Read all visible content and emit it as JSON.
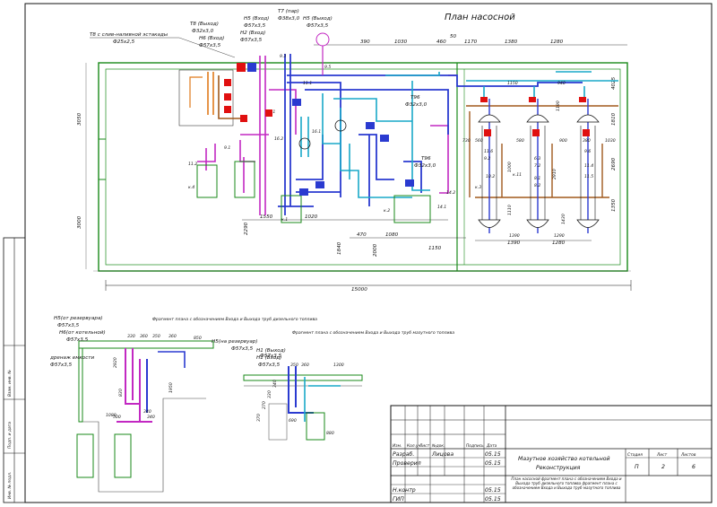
{
  "plan_title": "План насосной",
  "pipe_labels": {
    "t8_plus": "Т8 с слив-наливной эстакады",
    "t8_plus_size": "Ф25х2,5",
    "t8_out": "Т8 (Выход)",
    "t8_out_size": "Ф32х3,0",
    "h6_in": "Н6 (Вход)",
    "h6_in_size": "Ф57х3,5",
    "h5_in": "Н5 (Вход)",
    "h5_in_size": "Ф57х3,5",
    "h2_in": "Н2 (Вход)",
    "h2_in_size": "Ф57х3,5",
    "t7_steam": "Т7 (пар)",
    "t7_steam_size": "Ф38х3,0",
    "h5_out": "Н5 (Выход)",
    "h5_out_size": "Ф57х3,5",
    "t96_a": "Т96",
    "t96_a_size": "Ф32х3,0",
    "t96_b": "Т96",
    "t96_b_size": "Ф32х3,0",
    "h5_from_res": "Н5(от резервуара)",
    "h5_from_res_size": "Ф57х3,5",
    "h6_from_boiler": "Н6(от котельной)",
    "h6_from_boiler_size": "Ф57х3,5",
    "drain_tank": "дренаж емкости",
    "drain_tank_size": "Ф57х3,5",
    "h5_to_res": "Н5(на резервуар)",
    "h5_to_res_size": "Ф57х3,5",
    "h1_out": "Н1 (Выход)",
    "h1_out_size": "Ф57х3,5",
    "h1_in": "Н1 (Вход)",
    "h1_in_size": "Ф57х3,5"
  },
  "dimensions": {
    "top": [
      "390",
      "1030",
      "460",
      "50",
      "1170",
      "1380",
      "1280"
    ],
    "overall_width": "15000",
    "left_height_top": "3050",
    "left_height_bottom": "3000",
    "bottom": [
      "1550",
      "1020",
      "470",
      "1080",
      "1390",
      "1280"
    ],
    "bottom_mid": "1150",
    "sub": [
      "2290",
      "1840",
      "2000"
    ],
    "right_vertical": [
      "1810",
      "2690",
      "1350",
      "4025"
    ],
    "tank_row": [
      "730",
      "560",
      "580",
      "900",
      "380",
      "1030",
      "1150",
      "940",
      "1190"
    ],
    "tank_heights": [
      "1000",
      "1110",
      "1390",
      "1290",
      "1110",
      "2910",
      "1430"
    ],
    "detail1": [
      "1080",
      "500",
      "340",
      "1950",
      "330",
      "360",
      "350",
      "360",
      "850",
      "830",
      "2920",
      "340"
    ],
    "detail2": [
      "1300",
      "690",
      "880",
      "360",
      "350",
      "370",
      "270",
      "330",
      "340"
    ]
  },
  "node_labels": [
    "9.3",
    "9.5",
    "11.1",
    "9.1",
    "11.2",
    "6.1",
    "16.2",
    "16.1",
    "14.1",
    "14.2",
    "11.6",
    "9.2",
    "10.2",
    "6.3",
    "7.2",
    "9.6",
    "к.1",
    "к.2",
    "к.3",
    "к.4",
    "11.4",
    "11.5",
    "к.11",
    "8.1",
    "8.2"
  ],
  "notes": {
    "note_flange_boiler": "Фрагмент плана с обозначением Входа и Выхода труб дизельного топлива",
    "note_flange_fuel": "Фрагмент плана с обозначением Входа и Выхода труб мазутного топлива"
  },
  "title_block": {
    "col_headers": [
      "Изм.",
      "Кол.уч.",
      "Лист",
      "№док.",
      "Подпись",
      "Дата"
    ],
    "role_develop": "Разраб.",
    "role_check": "Проверил",
    "role_norm": "Н.контр",
    "role_gip": "ГИП",
    "developer_name": "Лицова",
    "date": "05.15",
    "project_title": "Мазутное хозяйство котельной",
    "project_subtitle": "Реконструкция",
    "drawing_desc": "План насосной фрагмент плана с обозначением Входа и Выхода труб дизельного топлива фрагмент плана с обозначением Входа и Выхода труб мазутного топлива",
    "stage_header": "Стадия",
    "sheet_header": "Лист",
    "sheets_header": "Листов",
    "stage": "П",
    "sheet": "2",
    "sheets": "6"
  },
  "margin_stamp": [
    "Взам. инв. №",
    "Подп. и дата",
    "Инв. № подл."
  ],
  "colors": {
    "hot_water": "#c228c2",
    "fuel": "#2a3ad0",
    "cyan": "#19a8c8",
    "brown": "#a0581c",
    "orange": "#e07a1c",
    "green_wall": "#1a8a1a",
    "red_valve": "#e01010"
  }
}
